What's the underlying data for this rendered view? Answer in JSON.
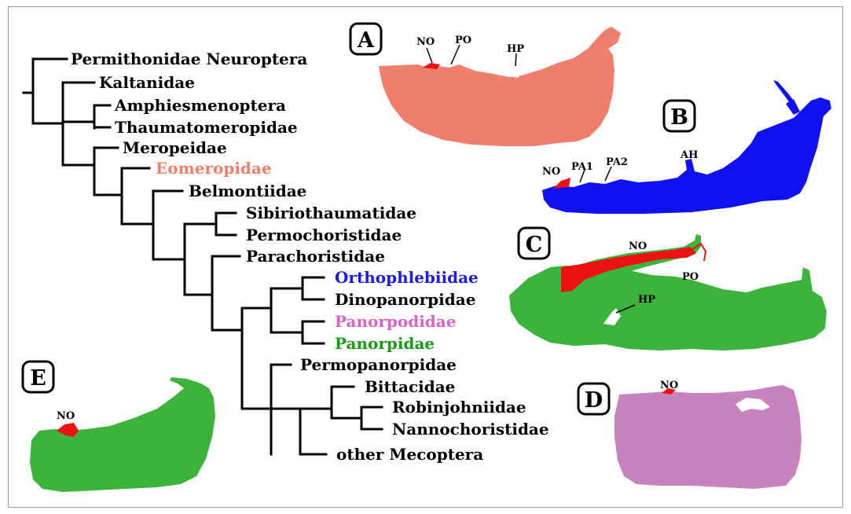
{
  "colors": {
    "eomeropidae": "#ef7e6c",
    "orthophlebiidae": "#1a1aee",
    "panorpodidae": "#d864c8",
    "panorpidae": "#169c16",
    "structure_red": "#ee1111",
    "black": "#000000",
    "specimen_a": "#ef7e6c",
    "specimen_b": "#1010f0",
    "specimen_c": "#3cb43c",
    "specimen_d": "#c783be",
    "specimen_e": "#3cb43c"
  },
  "tree": {
    "taxa": [
      {
        "name": "Permithonidae Neuroptera",
        "color": "black"
      },
      {
        "name": "Kaltanidae",
        "color": "black"
      },
      {
        "name": "Amphiesmenoptera",
        "color": "black"
      },
      {
        "name": "Thaumatomeropidae",
        "color": "black"
      },
      {
        "name": "Meropeidae",
        "color": "black"
      },
      {
        "name": "Eomeropidae",
        "color": "eomeropidae"
      },
      {
        "name": "Belmontiidae",
        "color": "black"
      },
      {
        "name": "Sibiriothaumatidae",
        "color": "black"
      },
      {
        "name": "Permochoristidae",
        "color": "black"
      },
      {
        "name": "Parachoristidae",
        "color": "black"
      },
      {
        "name": "Orthophlebiidae",
        "color": "orthophlebiidae"
      },
      {
        "name": "Dinopanorpidae",
        "color": "black"
      },
      {
        "name": "Panorpodidae",
        "color": "panorpodidae"
      },
      {
        "name": "Panorpidae",
        "color": "panorpidae"
      },
      {
        "name": "Permopanorpidae",
        "color": "black"
      },
      {
        "name": "Bittacidae",
        "color": "black"
      },
      {
        "name": "Robinjohniidae",
        "color": "black"
      },
      {
        "name": "Nannochoristidae",
        "color": "black"
      },
      {
        "name": "other Mecoptera",
        "color": "black"
      }
    ]
  },
  "panels": {
    "a": {
      "letter": "A",
      "labels": {
        "no": "NO",
        "po": "PO",
        "hp": "HP"
      }
    },
    "b": {
      "letter": "B",
      "labels": {
        "no": "NO",
        "pa1": "PA1",
        "pa2": "PA2",
        "ah": "AH"
      }
    },
    "c": {
      "letter": "C",
      "labels": {
        "no": "NO",
        "po": "PO",
        "hp": "HP"
      }
    },
    "d": {
      "letter": "D",
      "labels": {
        "no": "NO"
      }
    },
    "e": {
      "letter": "E",
      "labels": {
        "no": "NO"
      }
    }
  }
}
